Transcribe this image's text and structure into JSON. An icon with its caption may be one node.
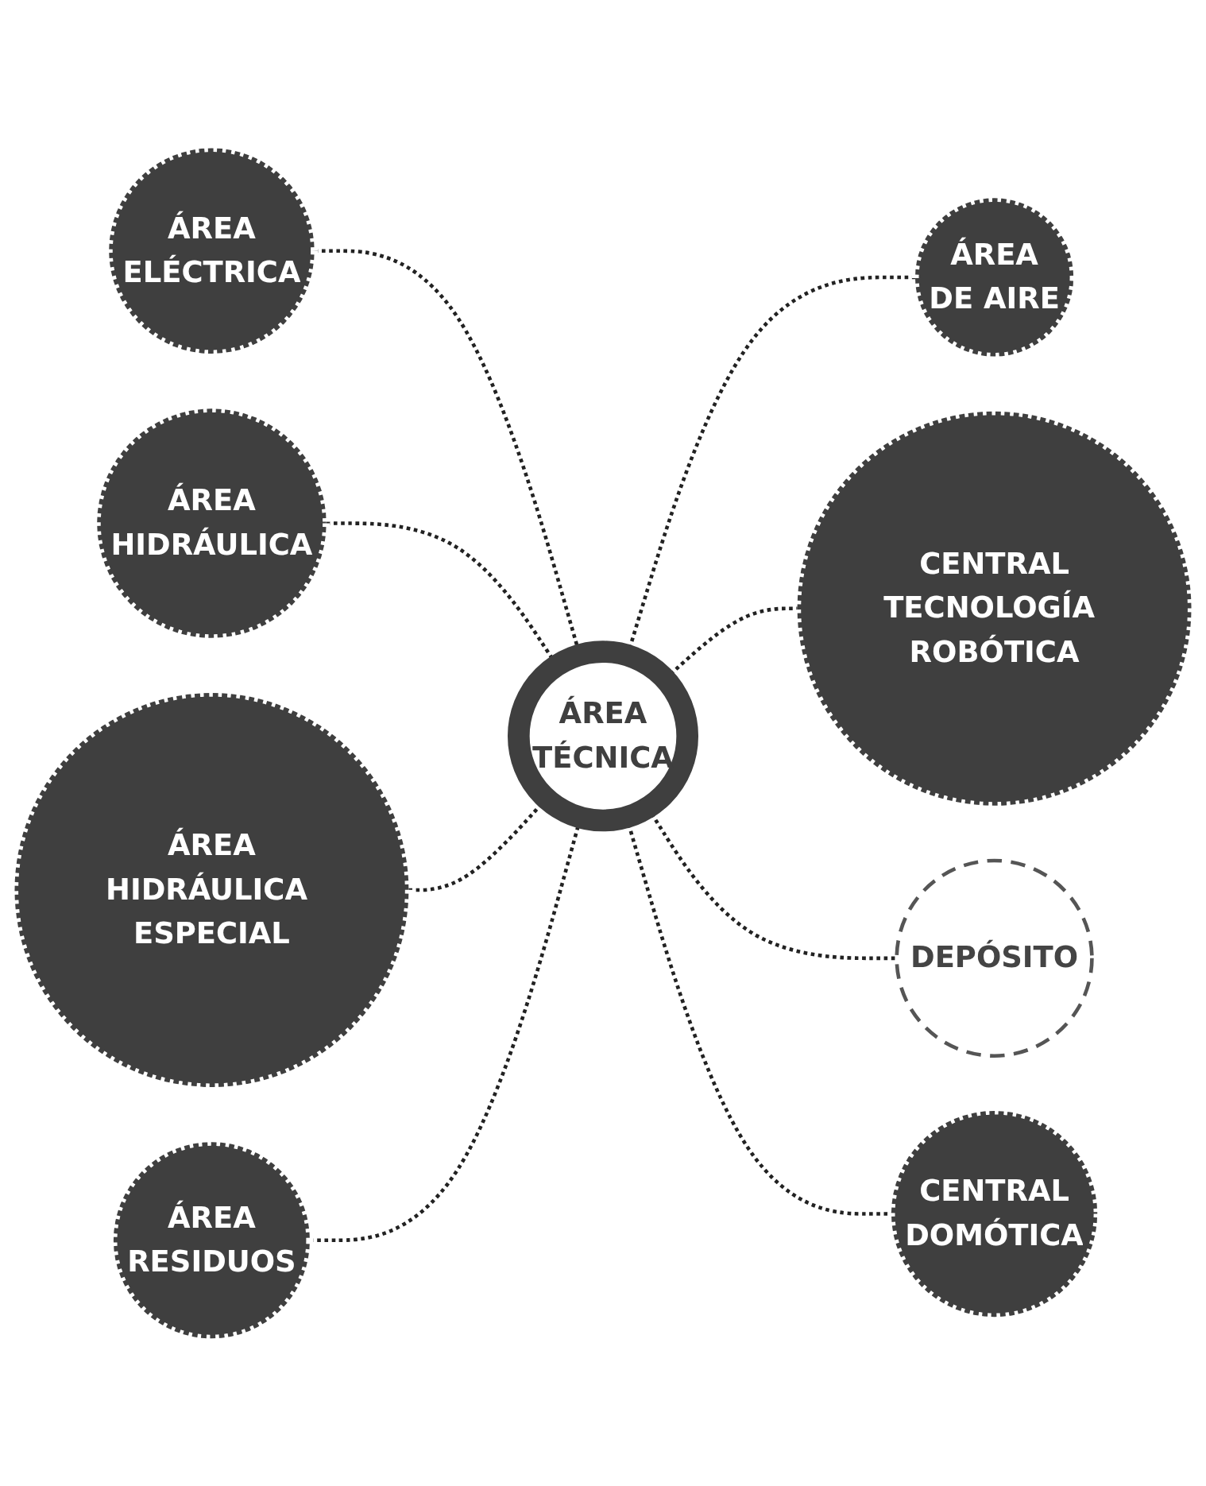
{
  "diagram": {
    "nodes": [
      {
        "text": [
          "ÁREA",
          "ELÉCTRICA"
        ]
      },
      {
        "text": [
          "ÁREA",
          "HIDRÁULICA"
        ]
      },
      {
        "text": [
          "ÁREA",
          "HIDRÁULICA ESPECIAL"
        ]
      },
      {
        "text": [
          "ÁREA",
          "TÉCNICA"
        ]
      },
      {
        "text": [
          "ÁREA",
          "DE AIRE"
        ]
      },
      {
        "text": [
          "ÁREA",
          "RESIDUOS"
        ]
      },
      {
        "text": [
          "CENTRAL",
          "TECNOLOGÍA ROBÓTICA"
        ]
      },
      {
        "text": [
          "DEPÓSITO"
        ]
      },
      {
        "text": [
          "CENTRAL",
          "DOMÓTICA"
        ]
      }
    ],
    "edges": [
      {
        "from": 0,
        "to": 3,
        "arrow": "none",
        "style": "dashed"
      },
      {
        "from": 1,
        "to": 3,
        "arrow": "none",
        "style": "dashed"
      },
      {
        "from": 2,
        "to": 3,
        "arrow": "none",
        "style": "dashed"
      },
      {
        "from": 3,
        "to": 4,
        "arrow": "none",
        "style": "dashed"
      },
      {
        "from": 5,
        "to": 3,
        "arrow": "none",
        "style": "dashed"
      },
      {
        "from": 3,
        "to": 6,
        "arrow": "none",
        "style": "dashed"
      },
      {
        "from": 3,
        "to": 7,
        "arrow": "none",
        "style": "dashed"
      },
      {
        "from": 3,
        "to": 8,
        "arrow": "none",
        "style": "dashed"
      }
    ]
  }
}
